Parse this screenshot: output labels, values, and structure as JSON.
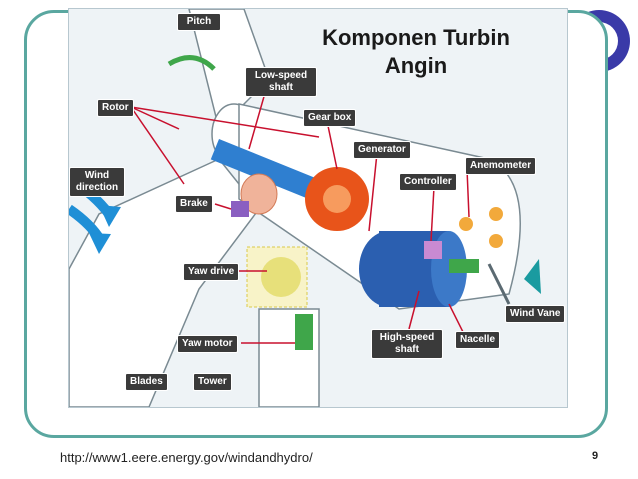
{
  "slide": {
    "title_line1": "Komponen Turbin",
    "title_line2": "Angin",
    "source_url": "http://www1.eere.energy.gov/windandhydro/",
    "page_number": "9"
  },
  "labels": {
    "pitch": "Pitch",
    "low_speed_shaft": "Low-speed shaft",
    "rotor": "Rotor",
    "gear_box": "Gear box",
    "generator": "Generator",
    "anemometer": "Anemometer",
    "controller": "Controller",
    "wind_direction": "Wind direction",
    "brake": "Brake",
    "yaw_drive": "Yaw drive",
    "wind_vane": "Wind Vane",
    "high_speed_shaft": "High-speed shaft",
    "nacelle": "Nacelle",
    "yaw_motor": "Yaw motor",
    "blades": "Blades",
    "tower": "Tower"
  },
  "colors": {
    "frame": "#5aa7a0",
    "accent_circle": "#3a3aa8",
    "label_bg": "#3a3a3a",
    "leader_line": "#c8102e",
    "gear": "#e8541a",
    "generator": "#2b5fb0",
    "arrow": "#1f8fd6"
  }
}
